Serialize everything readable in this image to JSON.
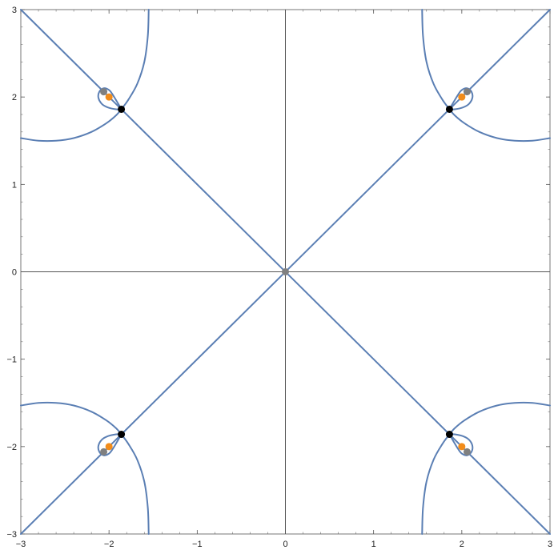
{
  "chart_data": {
    "type": "line",
    "title": "",
    "xlabel": "",
    "ylabel": "",
    "xlim": [
      -3,
      3
    ],
    "ylim": [
      -3,
      3
    ],
    "grid": false,
    "frame": true,
    "axes_through_origin": true,
    "x_ticks": [
      -3,
      -2,
      -1,
      0,
      1,
      2,
      3
    ],
    "y_ticks": [
      -3,
      -2,
      -1,
      0,
      1,
      2,
      3
    ],
    "x_tick_labels": [
      "−3",
      "−2",
      "−1",
      "0",
      "1",
      "2",
      "3"
    ],
    "y_tick_labels": [
      "−3",
      "−2",
      "−1",
      "0",
      "1",
      "2",
      "3"
    ],
    "colors": {
      "curve": "#5b7fb4",
      "axes": "#555555",
      "frame": "#555555",
      "point_black": "#000000",
      "point_orange": "#f28c1a",
      "point_gray": "#808080"
    },
    "series": [
      {
        "points": [
          [
            -3,
            -3
          ],
          [
            3,
            3
          ]
        ]
      },
      {
        "points": [
          [
            -3,
            3
          ],
          [
            3,
            -3
          ]
        ]
      },
      {
        "points": [
          [
            -1.55,
            3.0
          ],
          [
            -1.56,
            2.7
          ],
          [
            -1.6,
            2.4
          ],
          [
            -1.68,
            2.15
          ],
          [
            -1.78,
            1.97
          ],
          [
            -1.86,
            1.86
          ]
        ]
      },
      {
        "points": [
          [
            -3.0,
            1.53
          ],
          [
            -2.8,
            1.5
          ],
          [
            -2.6,
            1.5
          ],
          [
            -2.4,
            1.53
          ],
          [
            -2.2,
            1.6
          ],
          [
            -2.03,
            1.7
          ],
          [
            -1.92,
            1.79
          ],
          [
            -1.86,
            1.86
          ]
        ]
      },
      {
        "points": [
          [
            -1.86,
            1.86
          ],
          [
            -1.9,
            1.93
          ],
          [
            -1.96,
            2.03
          ],
          [
            -2.0,
            2.08
          ],
          [
            -2.06,
            2.1
          ],
          [
            -2.11,
            2.06
          ],
          [
            -2.12,
            1.99
          ],
          [
            -2.08,
            1.92
          ],
          [
            -2.01,
            1.88
          ],
          [
            -1.92,
            1.86
          ],
          [
            -1.86,
            1.86
          ]
        ]
      },
      {
        "points": [
          [
            1.55,
            3.0
          ],
          [
            1.56,
            2.7
          ],
          [
            1.6,
            2.4
          ],
          [
            1.68,
            2.15
          ],
          [
            1.78,
            1.97
          ],
          [
            1.86,
            1.86
          ]
        ]
      },
      {
        "points": [
          [
            3.0,
            1.53
          ],
          [
            2.8,
            1.5
          ],
          [
            2.6,
            1.5
          ],
          [
            2.4,
            1.53
          ],
          [
            2.2,
            1.6
          ],
          [
            2.03,
            1.7
          ],
          [
            1.92,
            1.79
          ],
          [
            1.86,
            1.86
          ]
        ]
      },
      {
        "points": [
          [
            1.86,
            1.86
          ],
          [
            1.9,
            1.93
          ],
          [
            1.96,
            2.03
          ],
          [
            2.0,
            2.08
          ],
          [
            2.06,
            2.1
          ],
          [
            2.11,
            2.06
          ],
          [
            2.12,
            1.99
          ],
          [
            2.08,
            1.92
          ],
          [
            2.01,
            1.88
          ],
          [
            1.92,
            1.86
          ],
          [
            1.86,
            1.86
          ]
        ]
      },
      {
        "points": [
          [
            -1.55,
            -3.0
          ],
          [
            -1.56,
            -2.7
          ],
          [
            -1.6,
            -2.4
          ],
          [
            -1.68,
            -2.15
          ],
          [
            -1.78,
            -1.97
          ],
          [
            -1.86,
            -1.86
          ]
        ]
      },
      {
        "points": [
          [
            -3.0,
            -1.53
          ],
          [
            -2.8,
            -1.5
          ],
          [
            -2.6,
            -1.5
          ],
          [
            -2.4,
            -1.53
          ],
          [
            -2.2,
            -1.6
          ],
          [
            -2.03,
            -1.7
          ],
          [
            -1.92,
            -1.79
          ],
          [
            -1.86,
            -1.86
          ]
        ]
      },
      {
        "points": [
          [
            -1.86,
            -1.86
          ],
          [
            -1.9,
            -1.93
          ],
          [
            -1.96,
            -2.03
          ],
          [
            -2.0,
            -2.08
          ],
          [
            -2.06,
            -2.1
          ],
          [
            -2.11,
            -2.06
          ],
          [
            -2.12,
            -1.99
          ],
          [
            -2.08,
            -1.92
          ],
          [
            -2.01,
            -1.88
          ],
          [
            -1.92,
            -1.86
          ],
          [
            -1.86,
            -1.86
          ]
        ]
      },
      {
        "points": [
          [
            1.55,
            -3.0
          ],
          [
            1.56,
            -2.7
          ],
          [
            1.6,
            -2.4
          ],
          [
            1.68,
            -2.15
          ],
          [
            1.78,
            -1.97
          ],
          [
            1.86,
            -1.86
          ]
        ]
      },
      {
        "points": [
          [
            3.0,
            -1.53
          ],
          [
            2.8,
            -1.5
          ],
          [
            2.6,
            -1.5
          ],
          [
            2.4,
            -1.53
          ],
          [
            2.2,
            -1.6
          ],
          [
            2.03,
            -1.7
          ],
          [
            1.92,
            -1.79
          ],
          [
            1.86,
            -1.86
          ]
        ]
      },
      {
        "points": [
          [
            1.86,
            -1.86
          ],
          [
            1.9,
            -1.93
          ],
          [
            1.96,
            -2.03
          ],
          [
            2.0,
            -2.08
          ],
          [
            2.06,
            -2.1
          ],
          [
            2.11,
            -2.06
          ],
          [
            2.12,
            -1.99
          ],
          [
            2.08,
            -1.92
          ],
          [
            2.01,
            -1.88
          ],
          [
            1.92,
            -1.86
          ],
          [
            1.86,
            -1.86
          ]
        ]
      }
    ],
    "points": [
      {
        "x": -1.86,
        "y": 1.86,
        "color": "black"
      },
      {
        "x": 1.86,
        "y": 1.86,
        "color": "black"
      },
      {
        "x": -1.86,
        "y": -1.86,
        "color": "black"
      },
      {
        "x": 1.86,
        "y": -1.86,
        "color": "black"
      },
      {
        "x": -2.0,
        "y": 2.0,
        "color": "orange"
      },
      {
        "x": 2.0,
        "y": 2.0,
        "color": "orange"
      },
      {
        "x": -2.0,
        "y": -2.0,
        "color": "orange"
      },
      {
        "x": 2.0,
        "y": -2.0,
        "color": "orange"
      },
      {
        "x": -2.06,
        "y": 2.06,
        "color": "gray"
      },
      {
        "x": 2.06,
        "y": 2.06,
        "color": "gray"
      },
      {
        "x": -2.06,
        "y": -2.06,
        "color": "gray"
      },
      {
        "x": 2.06,
        "y": -2.06,
        "color": "gray"
      },
      {
        "x": 0.0,
        "y": 0.0,
        "color": "gray"
      }
    ]
  }
}
